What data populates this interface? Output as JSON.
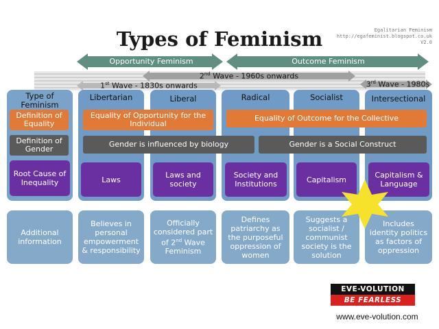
{
  "title": "Types of Feminism",
  "source": {
    "line1": "Egalitarian Feminism",
    "line2": "http://egafeminist.blogspot.co.uk",
    "line3": "V2.0"
  },
  "arrows": {
    "opportunity": "Opportunity Feminism",
    "outcome": "Outcome Feminism",
    "wave2": "2nd Wave - 1960s onwards",
    "wave1": "1st Wave - 1830s onwards",
    "wave3": "3rd Wave - 1980s"
  },
  "columns": {
    "type": "Type of Feminism",
    "libertarian": "Libertarian",
    "liberal": "Liberal",
    "radical": "Radical",
    "socialist": "Socialist",
    "intersectional": "Intersectional"
  },
  "rows": {
    "equality_label": "Definition of Equality",
    "gender_label": "Definition of Gender",
    "root_label": "Root Cause of Inequality",
    "info_label": "Additional information"
  },
  "equality": {
    "opportunity": "Equality of Opportunity for the Individual",
    "outcome": "Equality of Outcome for the Collective"
  },
  "gender": {
    "biology": "Gender is influenced by biology",
    "social": "Gender is a Social Construct"
  },
  "root_cause": {
    "libertarian": "Laws",
    "liberal": "Laws and society",
    "radical": "Society and Institutions",
    "socialist": "Capitalism",
    "intersectional": "Capitalism & Language"
  },
  "info": {
    "libertarian": "Believes in personal empowerment & responsibility",
    "liberal": "Officially considered part of 2nd Wave Feminism",
    "radical": "Defines patriarchy as the purposeful oppression of women",
    "socialist": "Suggests a socialist / communist society is the solution",
    "intersectional": "Includes identity politics as factors of oppression"
  },
  "logo": {
    "top": "EVE-VOLUTION",
    "bottom": "BE FEARLESS"
  },
  "url": "www.eve-volution.com",
  "colors": {
    "arrow_green": "#5f8f80",
    "column_blue": "#6f9bc6",
    "orange": "#e07a36",
    "grey": "#5a5a5a",
    "purple": "#6a2fa0",
    "star": "#f6e22a"
  }
}
